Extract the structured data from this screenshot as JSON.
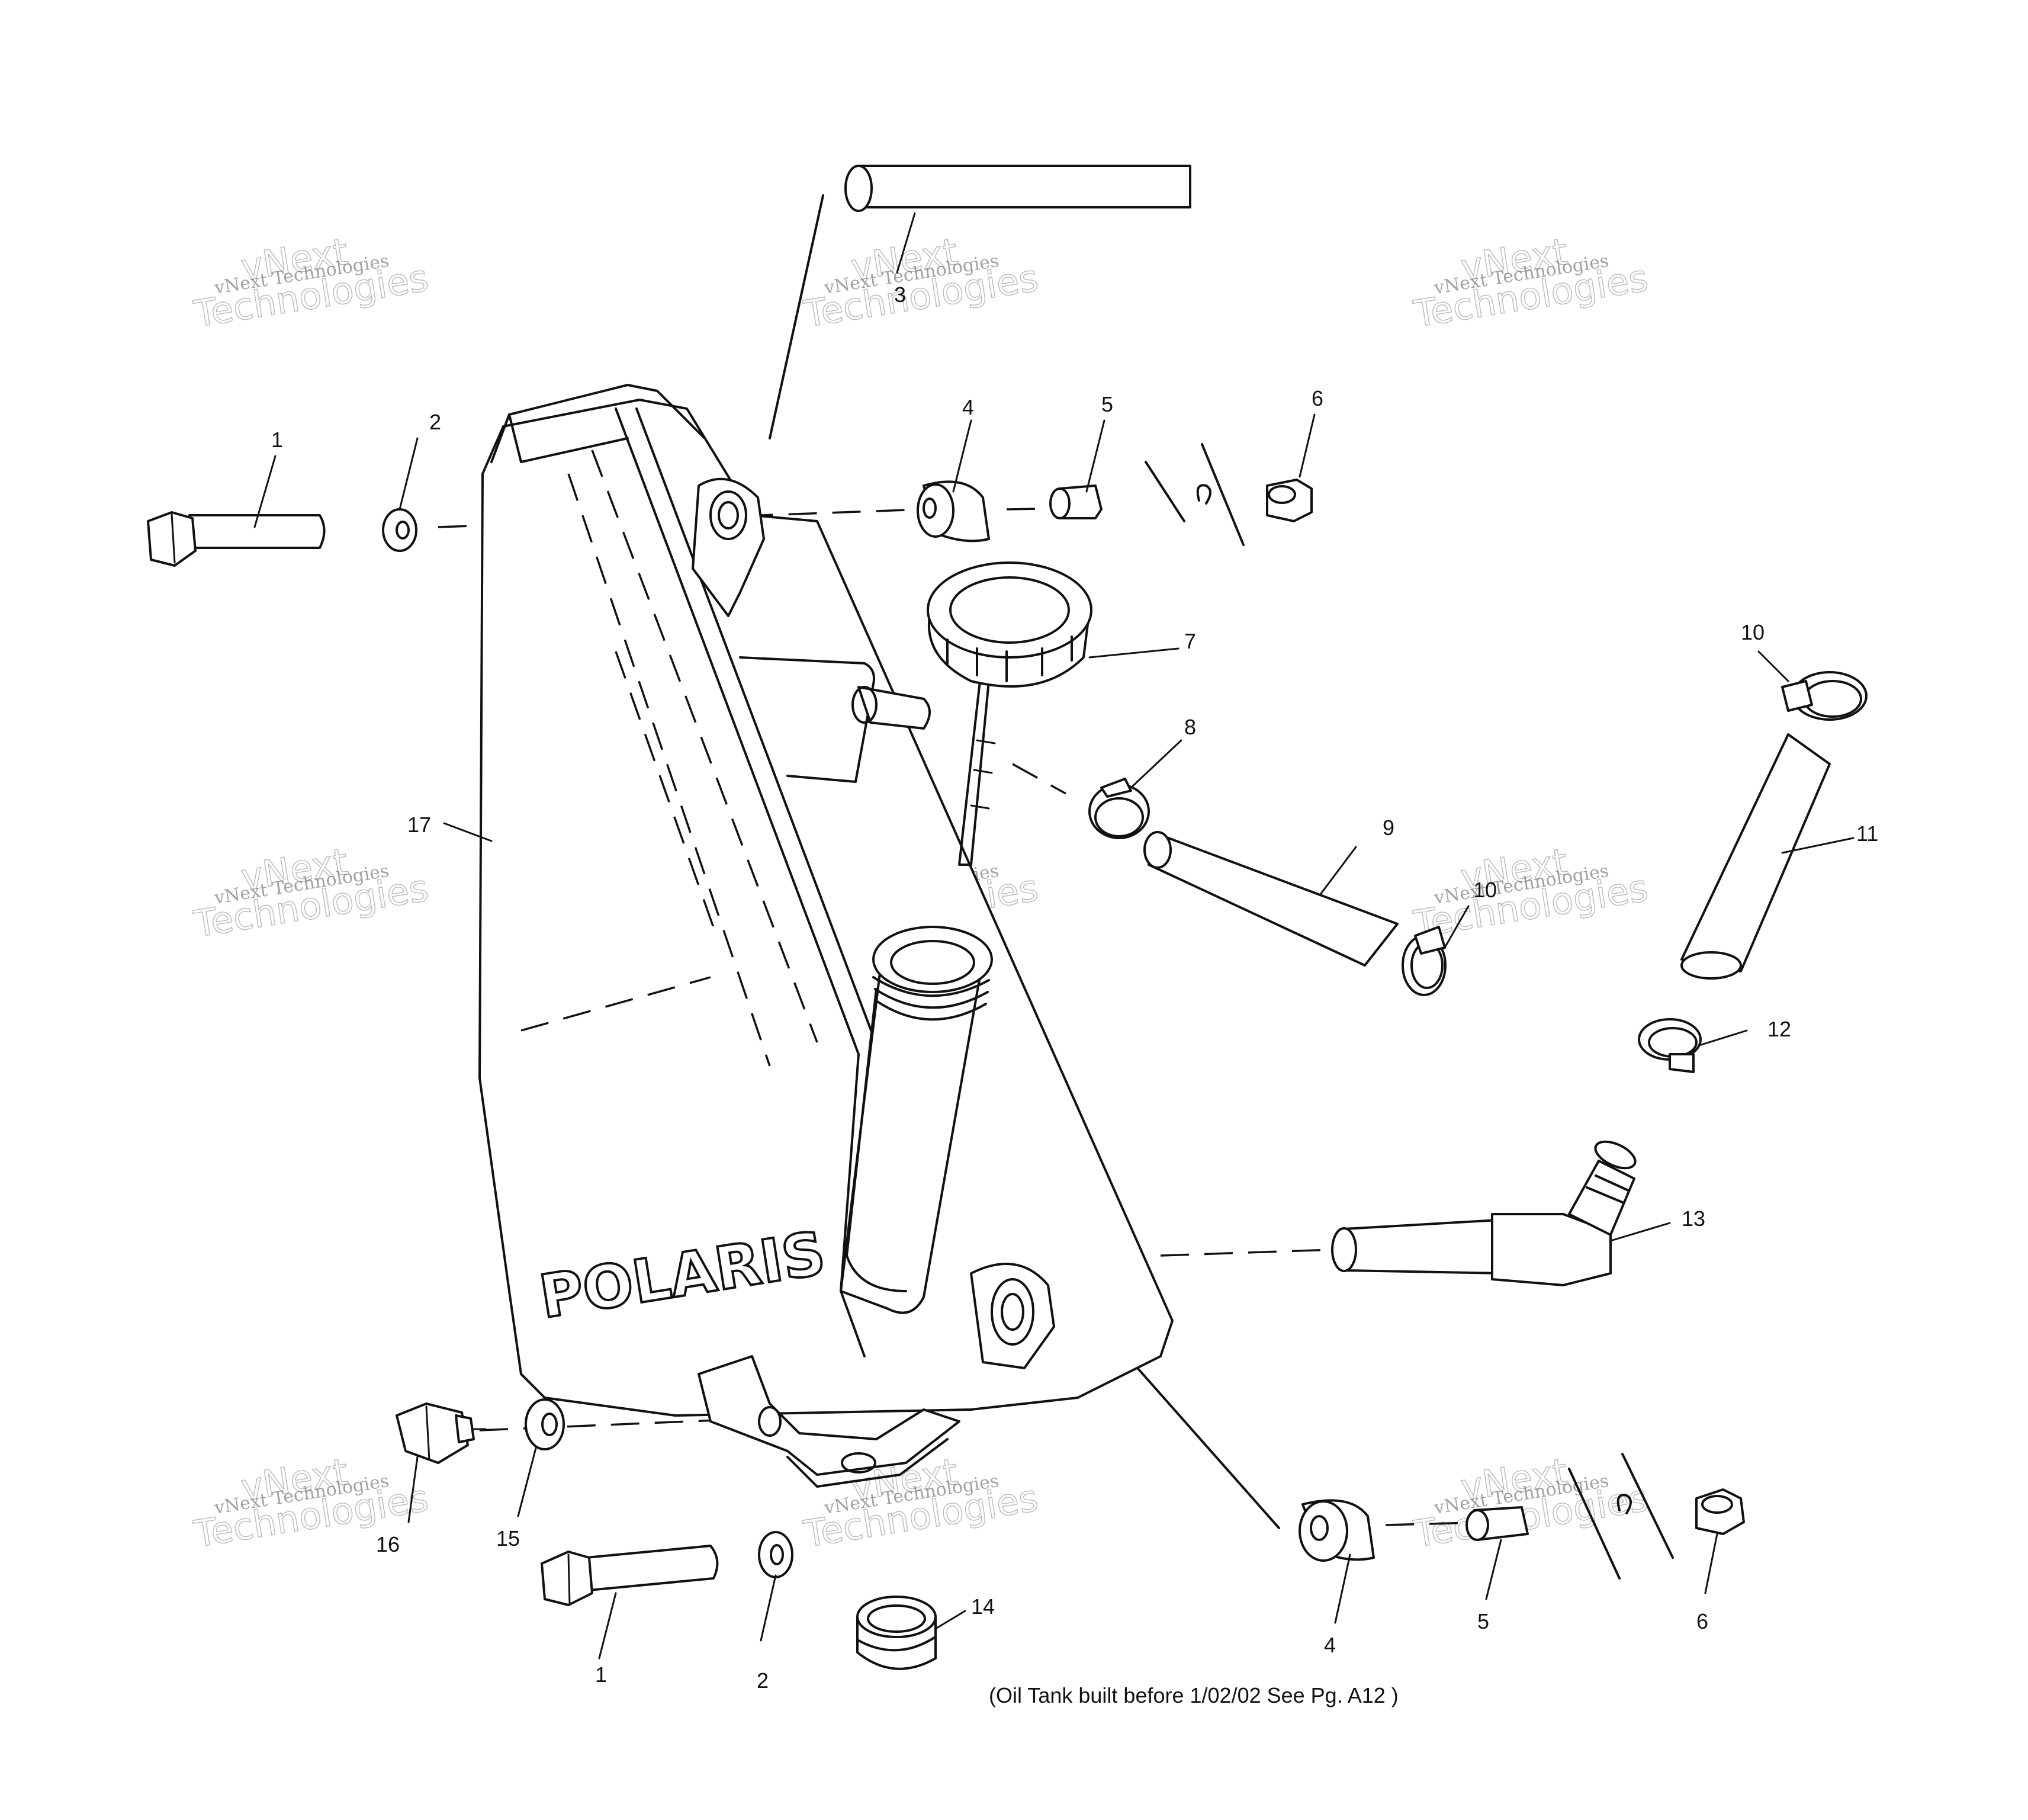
{
  "diagram": {
    "note": "(Oil Tank built before 1/02/02 See Pg.  A12 )",
    "logo_text": "POLARIS",
    "watermark": {
      "line1": "vNext Technologies",
      "line2": "vNext",
      "line3": "Technologies"
    },
    "callouts": [
      "1",
      "2",
      "3",
      "4",
      "5",
      "6",
      "7",
      "8",
      "9",
      "10",
      "11",
      "12",
      "13",
      "1",
      "2",
      "14",
      "15",
      "16",
      "17",
      "4",
      "5",
      "6",
      "10"
    ]
  }
}
